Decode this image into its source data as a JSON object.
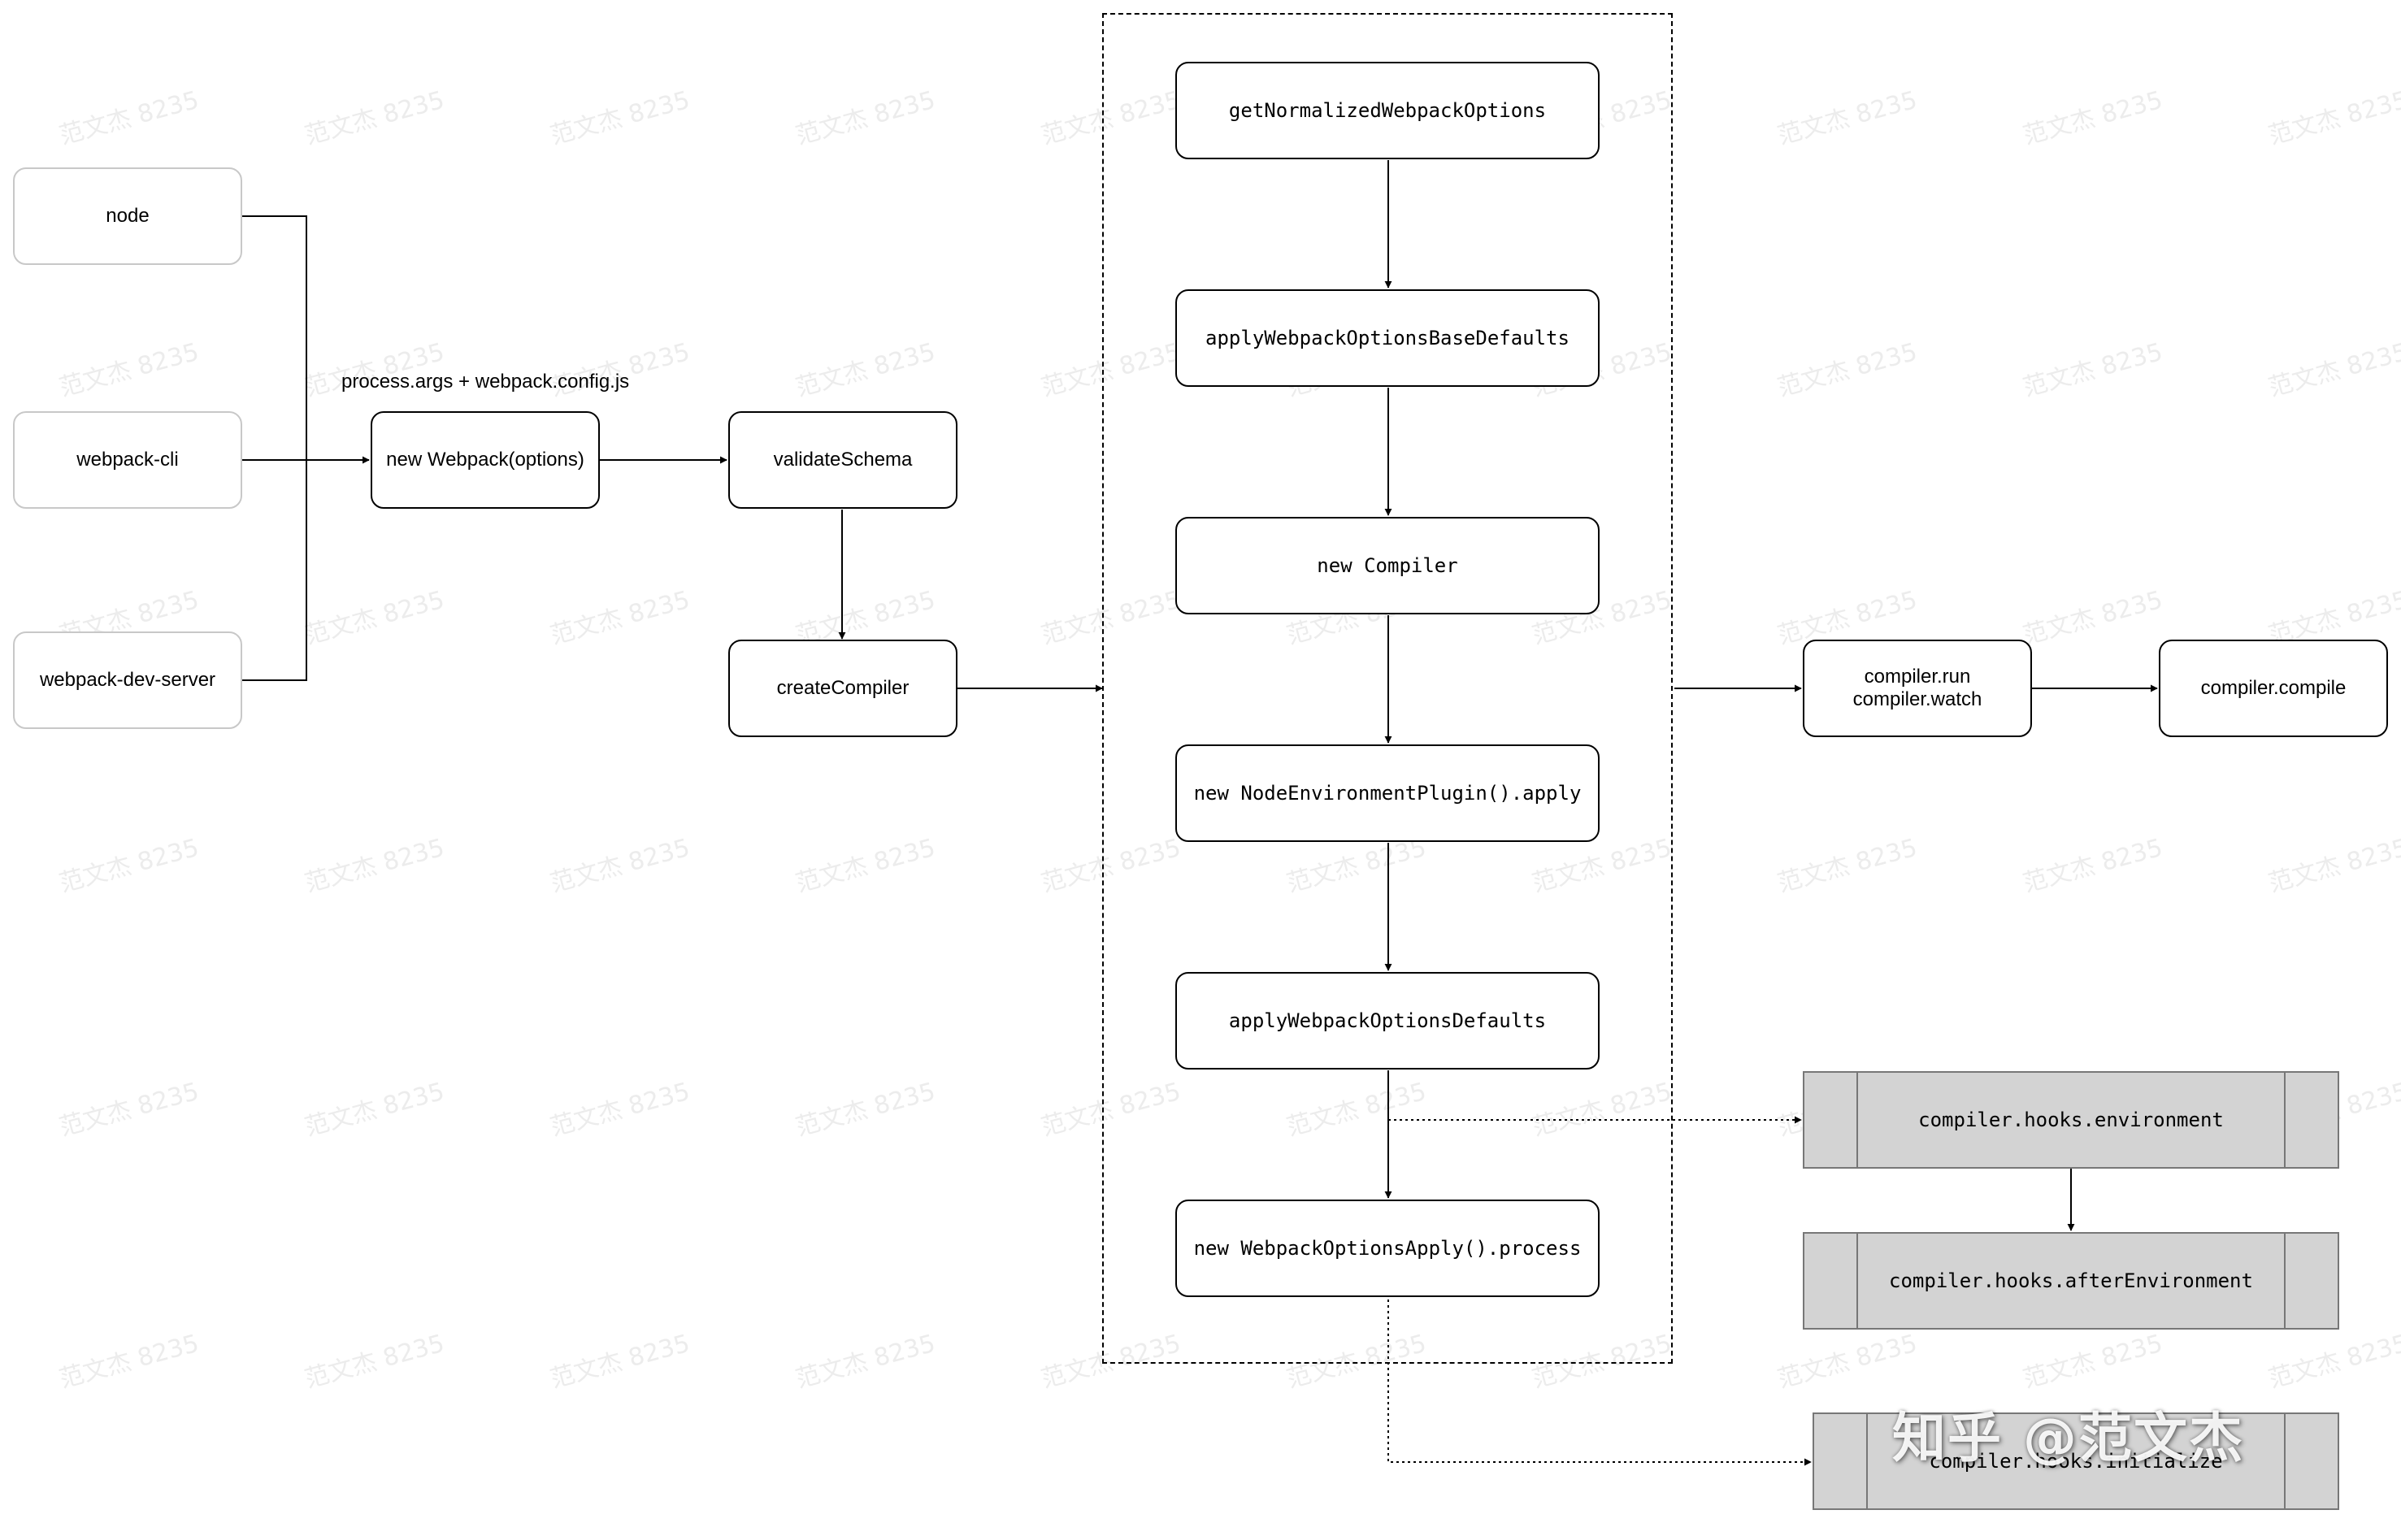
{
  "watermark": {
    "text": "范文杰 8235"
  },
  "brand": {
    "text": "知乎 @范文杰"
  },
  "edge_label": "process.args + webpack.config.js",
  "entry_nodes": {
    "node": "node",
    "webpack_cli": "webpack-cli",
    "webpack_dev_server": "webpack-dev-server"
  },
  "flow_nodes": {
    "new_webpack": "new Webpack(options)",
    "validate_schema": "validateSchema",
    "create_compiler": "createCompiler"
  },
  "create_compiler_steps": {
    "get_normalized": "getNormalizedWebpackOptions",
    "apply_base_defaults": "applyWebpackOptionsBaseDefaults",
    "new_compiler": "new Compiler",
    "node_env_plugin": "new NodeEnvironmentPlugin().apply",
    "apply_defaults": "applyWebpackOptionsDefaults",
    "options_apply": "new WebpackOptionsApply().process"
  },
  "run_nodes": {
    "run": "compiler.run",
    "watch": "compiler.watch",
    "compile": "compiler.compile"
  },
  "hooks": {
    "environment": "compiler.hooks.environment",
    "after_environment": "compiler.hooks.afterEnvironment",
    "initialize": "compiler.hooks.initialize"
  },
  "colors": {
    "stroke": "#000000",
    "faint_border": "#c8c8c8",
    "hook_fill": "#d3d3d3",
    "watermark": "#ececec"
  }
}
